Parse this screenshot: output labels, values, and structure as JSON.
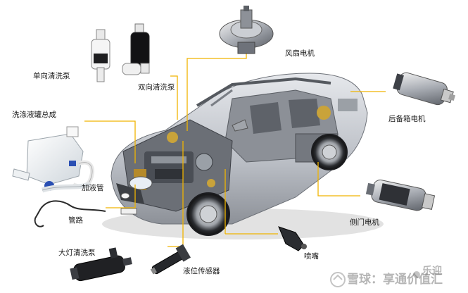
{
  "labels": {
    "single_pump": "单向清洗泵",
    "dual_pump": "双向清洗泵",
    "fan_motor": "风扇电机",
    "trunk_motor": "后备箱电机",
    "reservoir": "洗涤液罐总成",
    "filler_pipe": "加液管",
    "hose": "管路",
    "headlamp_pump": "大灯清洗泵",
    "level_sensor": "液位传感器",
    "nozzle": "喷嘴",
    "door_motor": "侧门电机"
  },
  "watermark": {
    "text": "雪球：享通价值汇",
    "handle": "乐迎"
  },
  "colors": {
    "leader_line": "#f0b400",
    "car_silver": "#c9ccd1",
    "engine_dark": "#4a4e55"
  }
}
